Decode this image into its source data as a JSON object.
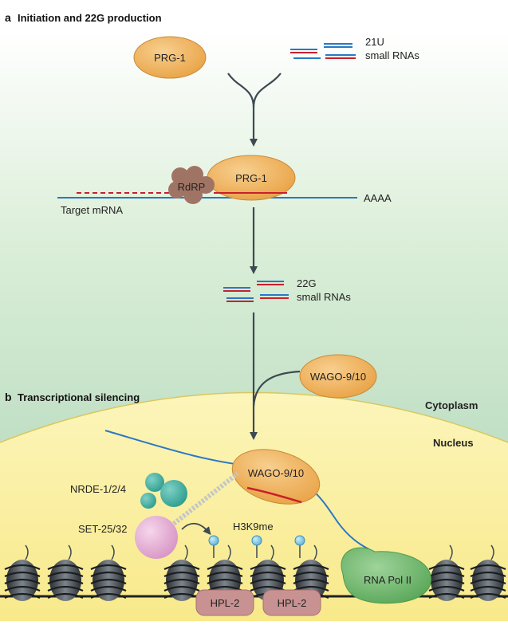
{
  "panel_a": {
    "letter": "a",
    "title": "Initiation and 22G production",
    "prg1_top_label": "PRG-1",
    "small_21u_line1": "21U",
    "small_21u_line2": "small RNAs",
    "prg1_mid_label": "PRG-1",
    "rdrp_label": "RdRP",
    "target_mrna_label": "Target mRNA",
    "polya_label": "AAAA",
    "small_22g_line1": "22G",
    "small_22g_line2": "small RNAs",
    "wago_top_label": "WAGO-9/10"
  },
  "panel_b": {
    "letter": "b",
    "title": "Transcriptional silencing",
    "cytoplasm_label": "Cytoplasm",
    "nucleus_label": "Nucleus",
    "wago_label": "WAGO-9/10",
    "nrde_label": "NRDE-1/2/4",
    "set_label": "SET-25/32",
    "h3k9me_label": "H3K9me",
    "polii_label": "RNA Pol II",
    "hpl2_left_label": "HPL-2",
    "hpl2_right_label": "HPL-2"
  },
  "colors": {
    "protein_orange": "#f1b462",
    "rna_blue": "#2a78c4",
    "rna_red": "#c8202c",
    "arrow_grey": "#3d4a52",
    "nucleus_yellow": "#fbf2a8",
    "nrde_teal": "#4bb3a6",
    "set_pink": "#e8b1d6",
    "polii_green": "#78be73",
    "hpl2_mauve": "#c89292",
    "rdrp_brown": "#a07464",
    "methyl_blue": "#8ccbe6"
  }
}
